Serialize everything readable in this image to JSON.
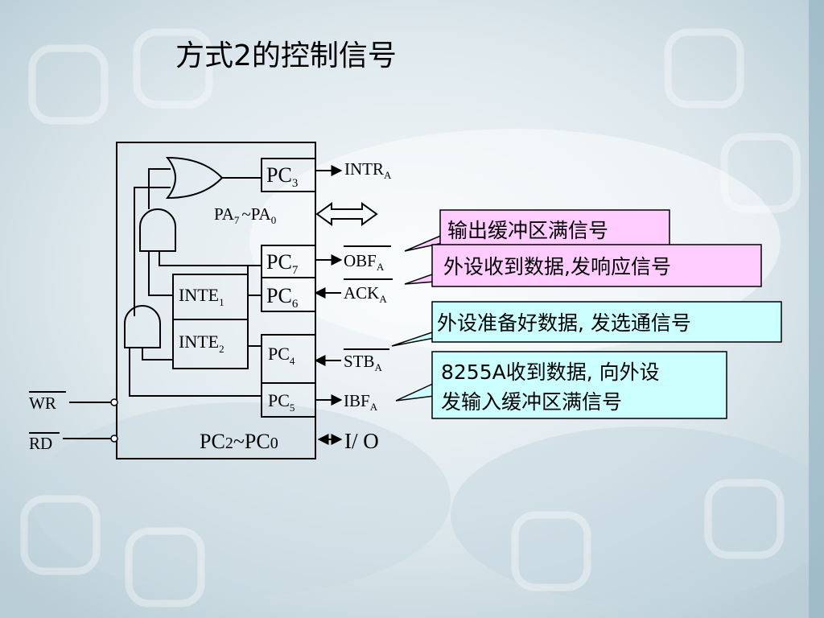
{
  "slide": {
    "title": "方式2的控制信号",
    "colors": {
      "pink_callout": "#ffccff",
      "cyan_callout": "#ccffff",
      "background": "#dbe7ec"
    }
  },
  "diagram": {
    "pins": {
      "pc3": {
        "main": "PC",
        "sub": "3"
      },
      "pa": {
        "main1": "PA",
        "sub1": "7",
        "tilde": "~",
        "main2": "PA",
        "sub2": "0"
      },
      "pc7": {
        "main": "PC",
        "sub": "7"
      },
      "pc6": {
        "main": "PC",
        "sub": "6"
      },
      "pc4": {
        "main": "PC",
        "sub": "4"
      },
      "pc5": {
        "main": "PC",
        "sub": "5"
      },
      "pc20": {
        "a": "PC",
        "b": "2",
        "c": "~PC",
        "d": "0"
      }
    },
    "inte1": {
      "main": "INTE",
      "sub": "1"
    },
    "inte2": {
      "main": "INTE",
      "sub": "2"
    },
    "signals": {
      "intr": {
        "main": "INTR",
        "sub": "A"
      },
      "obf": {
        "main": "OBF",
        "sub": "A"
      },
      "ack": {
        "main": "ACK",
        "sub": "A"
      },
      "stb": {
        "main": "STB",
        "sub": "A"
      },
      "ibf": {
        "main": "IBF",
        "sub": "A"
      },
      "io": "I/ O"
    },
    "inputs": {
      "wr": "WR",
      "rd": "RD"
    }
  },
  "callouts": {
    "obf_note": "输出缓冲区满信号",
    "ack_note": "外设收到数据,发响应信号",
    "stb_note": "外设准备好数据, 发选通信号",
    "ibf_note_line1": "8255A收到数据, 向外设",
    "ibf_note_line2": "发输入缓冲区满信号"
  }
}
